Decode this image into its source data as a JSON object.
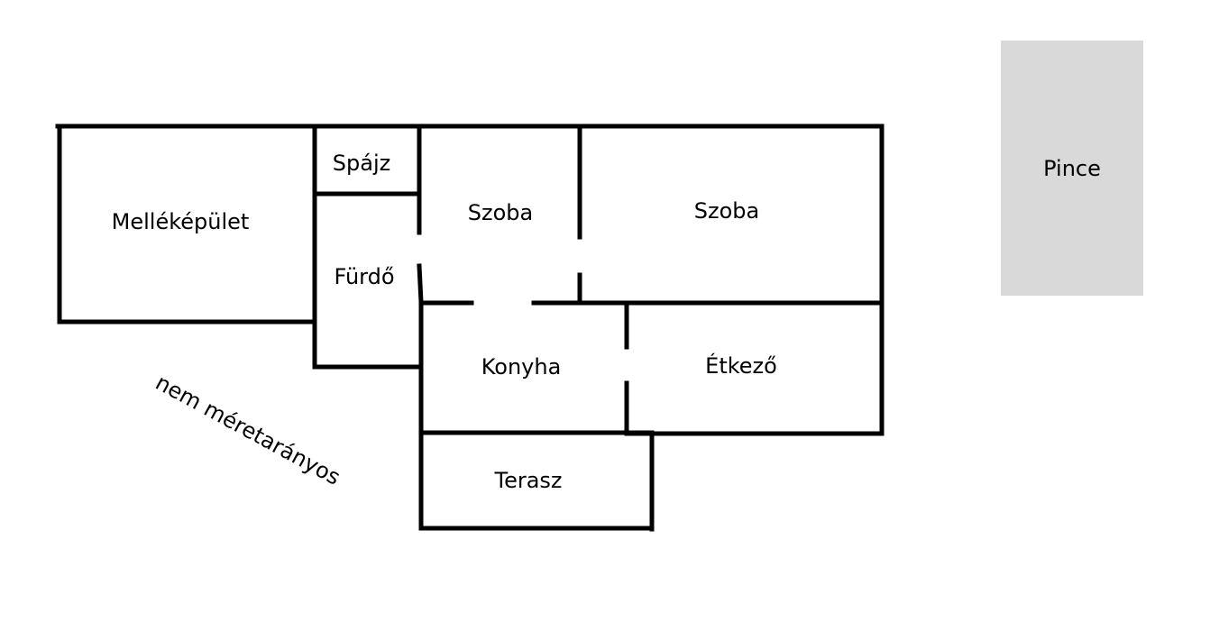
{
  "rooms": {
    "annex": "Melléképület",
    "pantry": "Spájz",
    "bathroom": "Fürdő",
    "room1": "Szoba",
    "room2": "Szoba",
    "kitchen": "Konyha",
    "dining": "Étkező",
    "terrace": "Terasz",
    "cellar": "Pince"
  },
  "note": "nem méretarányos",
  "colors": {
    "wall": "#000000",
    "cellar_fill": "#d9d9d9"
  }
}
